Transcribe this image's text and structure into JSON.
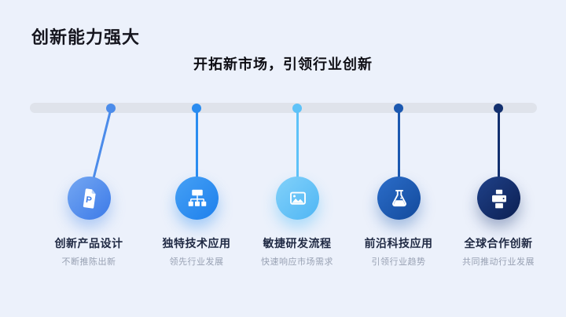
{
  "page": {
    "title": "创新能力强大",
    "subtitle": "开拓新市场，引领行业创新",
    "background_color": "#ECF1FB"
  },
  "timeline": {
    "bar_color": "#DFE3EB",
    "items": [
      {
        "title": "创新产品设计",
        "subtitle": "不断推陈出新",
        "icon": "document-p-icon",
        "accent_color": "#4C8CEA"
      },
      {
        "title": "独特技术应用",
        "subtitle": "领先行业发展",
        "icon": "org-chart-icon",
        "accent_color": "#2A8CF0"
      },
      {
        "title": "敏捷研发流程",
        "subtitle": "快速响应市场需求",
        "icon": "image-icon",
        "accent_color": "#5EC2F8"
      },
      {
        "title": "前沿科技应用",
        "subtitle": "引领行业趋势",
        "icon": "flask-icon",
        "accent_color": "#1B58B0"
      },
      {
        "title": "全球合作创新",
        "subtitle": "共同推动行业发展",
        "icon": "printer-icon",
        "accent_color": "#13306F"
      }
    ]
  }
}
